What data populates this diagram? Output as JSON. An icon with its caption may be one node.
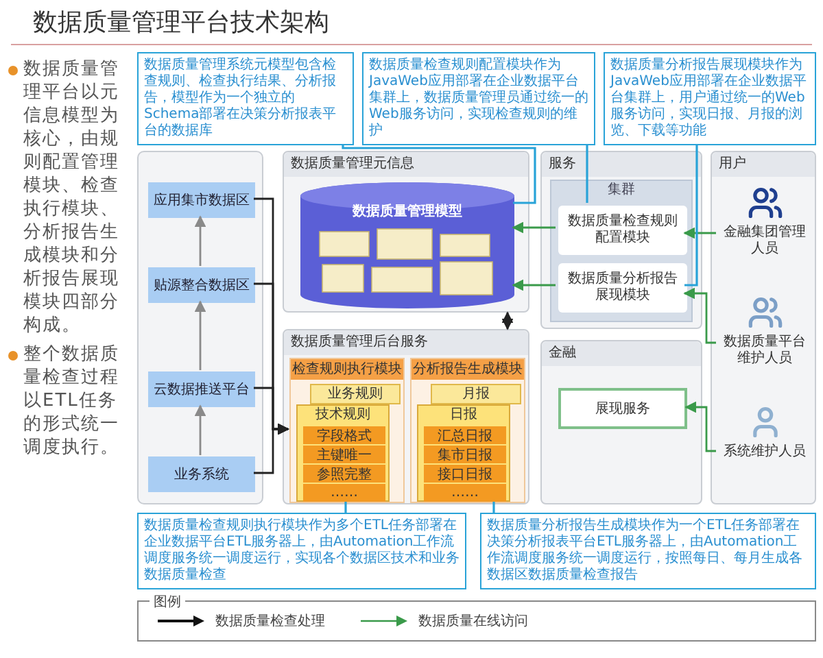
{
  "diagram": {
    "title": "数据质量管理平台技术架构",
    "nodes": [
      {
        "text": [],
        "shape": "box"
      },
      {
        "text": [
          "应用集市数据区"
        ],
        "in": 0
      },
      {
        "text": [
          "贴源整合数据区"
        ],
        "in": 0
      },
      {
        "text": [
          "云数据推送平台"
        ],
        "in": 0
      },
      {
        "text": [
          "业务系统"
        ],
        "in": 0
      },
      {
        "text": [
          "数据质量管理元信息"
        ]
      },
      {
        "text": [
          "数据质量管理模型"
        ],
        "in": 5
      },
      {
        "text": [
          "服务"
        ]
      },
      {
        "text": [
          "集群"
        ],
        "in": 7
      },
      {
        "text": [
          "数据质量检查规则配置模块"
        ],
        "in": 8
      },
      {
        "text": [
          "数据质量分析报告展现模块"
        ],
        "in": 8
      },
      {
        "text": [
          "用户"
        ]
      },
      {
        "text": [
          "金融集团管理人员"
        ],
        "in": 11
      },
      {
        "text": [
          "数据质量平台维护人员"
        ],
        "in": 11
      },
      {
        "text": [
          "系统维护人员"
        ],
        "in": 11
      },
      {
        "text": [
          "数据质量管理后台服务"
        ]
      },
      {
        "text": [
          "检查规则执行模块"
        ],
        "in": 15
      },
      {
        "text": [
          "业务规则"
        ],
        "in": 16
      },
      {
        "text": [
          "技术规则"
        ],
        "in": 16
      },
      {
        "text": [
          "字段格式"
        ],
        "in": 18
      },
      {
        "text": [
          "主键唯一"
        ],
        "in": 18
      },
      {
        "text": [
          "参照完整"
        ],
        "in": 18
      },
      {
        "text": [
          "……"
        ],
        "in": 18
      },
      {
        "text": [
          "分析报告生成模块"
        ],
        "in": 15
      },
      {
        "text": [
          "月报"
        ],
        "in": 23
      },
      {
        "text": [
          "日报"
        ],
        "in": 23
      },
      {
        "text": [
          "汇总日报"
        ],
        "in": 25
      },
      {
        "text": [
          "集市日报"
        ],
        "in": 25
      },
      {
        "text": [
          "接口日报"
        ],
        "in": 25
      },
      {
        "text": [
          "……"
        ],
        "in": 25
      },
      {
        "text": [
          "金融"
        ]
      },
      {
        "text": [
          "展现服务"
        ],
        "in": 30
      },
      {
        "text": [
          "数据质量管理系统元模型包含检查规则、检查执行结果、分析报告，模型作为一个独立的Schema部署在决策分析报表平台的数据库"
        ]
      },
      {
        "text": [
          "数据质量检查规则配置模块作为JavaWeb应用部署在企业数据平台集群上，数据质量管理员通过统一的Web服务访问，实现检查规则的维护"
        ]
      },
      {
        "text": [
          "数据质量分析报告展现模块作为JavaWeb应用部署在企业数据平台集群上，用户通过统一的Web服务访问，实现日报、月报的浏览、下载等功能"
        ]
      },
      {
        "text": [
          "数据质量检查规则执行模块作为多个ETL任务部署在企业数据平台ETL服务器上，由Automation工作流调度服务统一调度运行，实现各个数据区技术和业务数据质量检查"
        ]
      },
      {
        "text": [
          "数据质量分析报告生成模块作为一个ETL任务部署在决策分析报表平台ETL服务器上，由Automation工作流调度服务统一调度运行，按照每日、每月生成各数据区数据质量检查报告"
        ]
      }
    ],
    "edges": [
      {
        "from": 4,
        "to": 3,
        "arrow": "to",
        "color": "#8a8a8a"
      },
      {
        "from": 3,
        "to": 2,
        "arrow": "to",
        "color": "#8a8a8a"
      },
      {
        "from": 2,
        "to": 1,
        "arrow": "to",
        "color": "#8a8a8a"
      },
      {
        "from": 1,
        "to": 16,
        "arrow": "to"
      },
      {
        "from": 2,
        "to": 16,
        "arrow": "to"
      },
      {
        "from": 3,
        "to": 16,
        "arrow": "to"
      },
      {
        "from": 4,
        "to": 16,
        "arrow": "to"
      },
      {
        "from": 15,
        "to": 5,
        "arrow": "both"
      },
      {
        "from": 9,
        "to": 6,
        "arrow": "to",
        "color": "#3a9a4a"
      },
      {
        "from": 10,
        "to": 6,
        "arrow": "to",
        "color": "#3a9a4a"
      },
      {
        "from": 12,
        "to": 9,
        "arrow": "to",
        "color": "#3a9a4a"
      },
      {
        "from": 13,
        "to": 10,
        "arrow": "to",
        "color": "#3a9a4a"
      },
      {
        "from": 14,
        "to": 31,
        "arrow": "to",
        "color": "#3a9a4a"
      },
      {
        "from": 32,
        "to": 6,
        "arrow": "none",
        "color": "#29a3d8"
      },
      {
        "from": 33,
        "to": 9,
        "arrow": "none",
        "color": "#29a3d8"
      },
      {
        "from": 34,
        "to": 10,
        "arrow": "none",
        "color": "#29a3d8"
      },
      {
        "from": 35,
        "to": 16,
        "arrow": "none",
        "color": "#29a3d8"
      },
      {
        "from": 36,
        "to": 23,
        "arrow": "none",
        "color": "#29a3d8"
      }
    ],
    "labels": [
      "数据质量管理平台以元信息模型为核心，由规则配置管理模块、检查执行模块、分析报告生成模块和分析报告展现模块四部分构成。",
      "整个数据质量检查过程以ETL任务的形式统一调度执行。",
      "图例"
    ],
    "legend": [
      {
        "text": "数据质量检查处理"
      },
      {
        "text": "数据质量在线访问"
      }
    ]
  }
}
